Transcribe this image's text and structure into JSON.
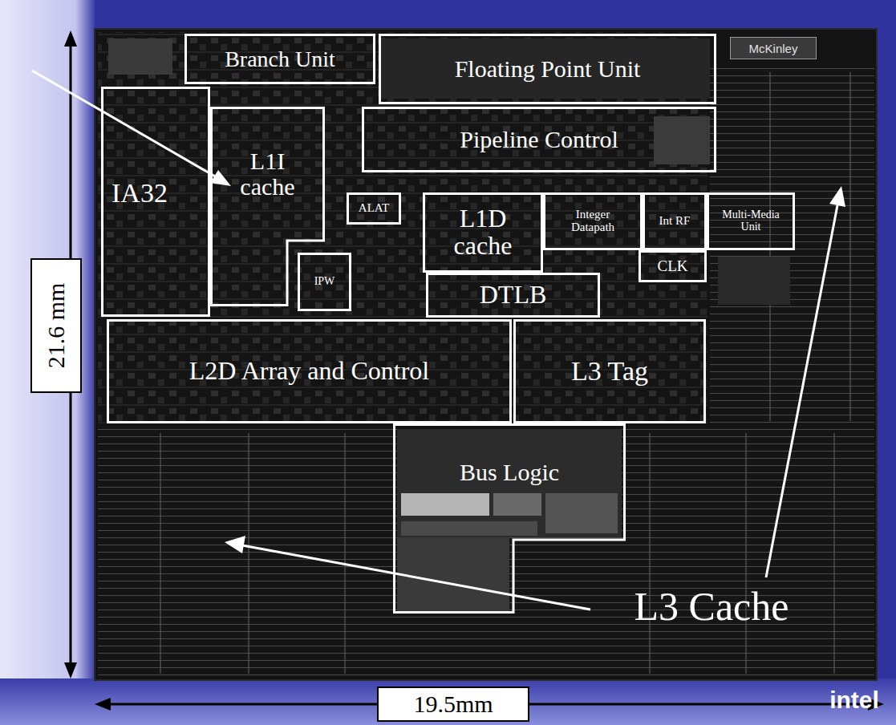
{
  "diagram": {
    "nodes": [
      {
        "text": [
          "Branch Unit"
        ]
      },
      {
        "text": [
          "Floating Point Unit"
        ]
      },
      {
        "text": [
          "Pipeline Control"
        ]
      },
      {
        "text": [
          "IA32"
        ]
      },
      {
        "text": [
          "L1I cache"
        ]
      },
      {
        "text": [
          "ALAT"
        ]
      },
      {
        "text": [
          "IPW"
        ]
      },
      {
        "text": [
          "L1D cache"
        ]
      },
      {
        "text": [
          "Integer Datapath"
        ]
      },
      {
        "text": [
          "Int RF"
        ]
      },
      {
        "text": [
          "Multi-Media Unit"
        ]
      },
      {
        "text": [
          "CLK"
        ]
      },
      {
        "text": [
          "DTLB"
        ]
      },
      {
        "text": [
          "L2D Array and Control"
        ]
      },
      {
        "text": [
          "L3 Tag"
        ]
      },
      {
        "text": [
          "Bus Logic"
        ]
      }
    ],
    "labels": [
      "L3 Cache",
      "21.6 mm",
      "19.5mm",
      "McKinley",
      "intel"
    ]
  }
}
